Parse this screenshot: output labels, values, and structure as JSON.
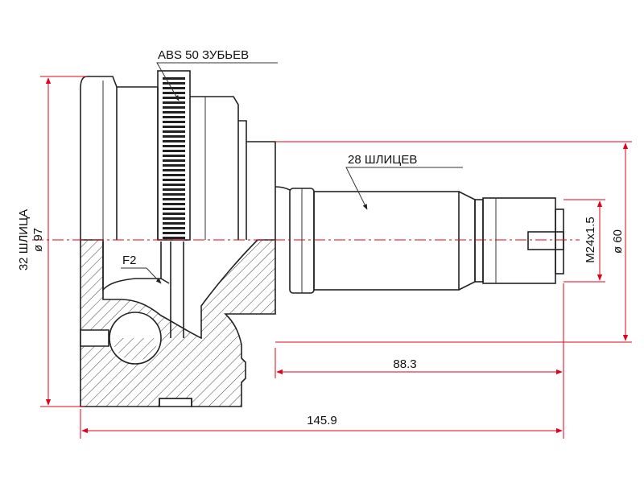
{
  "labels": {
    "abs": "ABS 50 ЗУБЬЕВ",
    "splines_shaft": "28 ШЛИЦЕВ",
    "f2": "F2",
    "splines_hub": "32 ШЛИЦА",
    "dia_outer": "ø 97",
    "thread": "M24x1.5",
    "dia_seal": "ø 60",
    "len_shaft": "88.3",
    "len_total": "145.9"
  },
  "colors": {
    "outline": "#222222",
    "dimension": "#e3001b",
    "hatch": "#444444"
  }
}
